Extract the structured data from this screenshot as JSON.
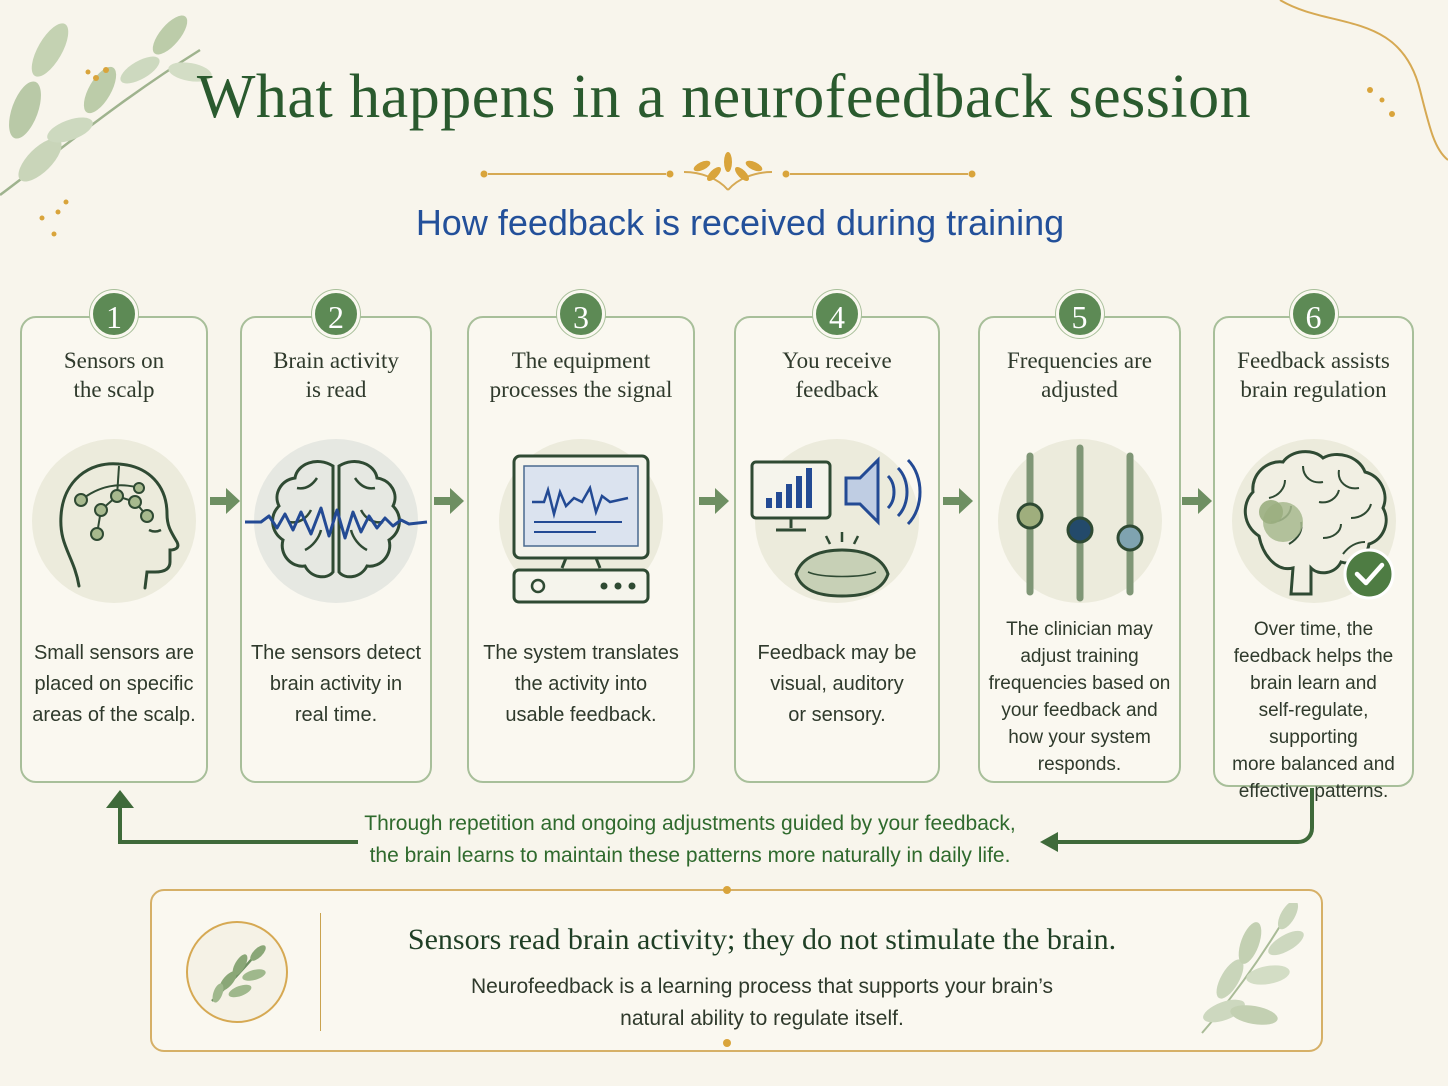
{
  "title": "What happens in a neurofeedback session",
  "subtitle": "How feedback is received during training",
  "colors": {
    "accent_green": "#5d8a55",
    "title_green": "#2a5a2e",
    "subtitle_blue": "#23509a",
    "gold": "#c9a24e",
    "background": "#f8f5ec"
  },
  "steps": [
    {
      "number": "1",
      "title": "Sensors on\nthe scalp",
      "description": "Small sensors are\nplaced on specific\nareas of the scalp.",
      "icon": "head-sensors-icon"
    },
    {
      "number": "2",
      "title": "Brain activity\nis read",
      "description": "The sensors detect\nbrain activity in\nreal time.",
      "icon": "brain-wave-icon"
    },
    {
      "number": "3",
      "title": "The equipment\nprocesses the signal",
      "description": "The system translates\nthe activity into\nusable feedback.",
      "icon": "computer-monitor-icon"
    },
    {
      "number": "4",
      "title": "You receive\nfeedback",
      "description": "Feedback may be\nvisual, auditory\nor sensory.",
      "icon": "monitor-speaker-pillow-icon"
    },
    {
      "number": "5",
      "title": "Frequencies are\nadjusted",
      "description": "The clinician may\nadjust training\nfrequencies based on\nyour feedback and\nhow your system\nresponds.",
      "icon": "sliders-icon"
    },
    {
      "number": "6",
      "title": "Feedback assists\nbrain regulation",
      "description": "Over time, the\nfeedback helps the\nbrain learn and\nself-regulate, supporting\nmore balanced and\neffective patterns.",
      "icon": "brain-checkmark-icon"
    }
  ],
  "loop_text": "Through repetition and ongoing adjustments guided by your feedback,\nthe brain learns to maintain these patterns more naturally in daily life.",
  "note": {
    "heading": "Sensors read brain activity; they do not stimulate the brain.",
    "body": "Neurofeedback is a learning process that supports your brain’s\nnatural ability to regulate itself.",
    "icon": "leaf-sprig-icon"
  }
}
